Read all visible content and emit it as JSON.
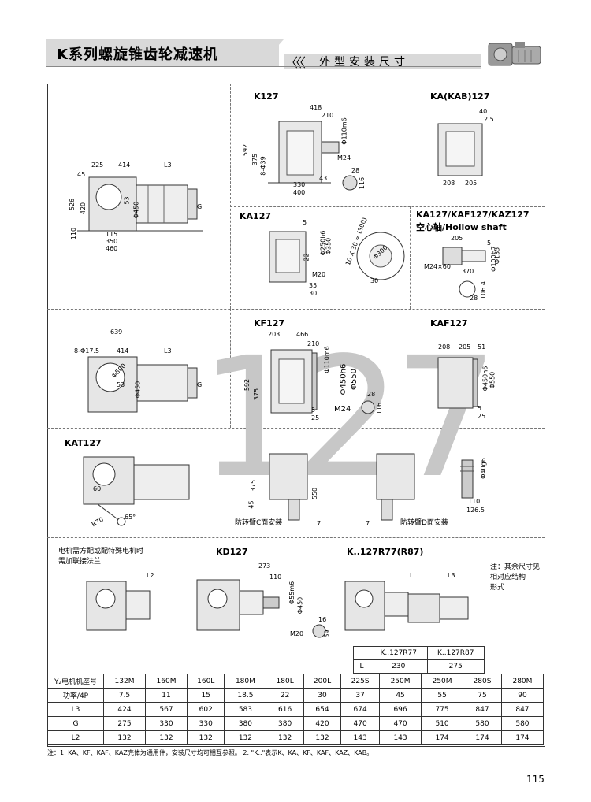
{
  "header": {
    "title": "K系列螺旋锥齿轮减速机",
    "subtitle": "外型安装尺寸",
    "chevrons": "〈〈〈"
  },
  "watermark": "127",
  "views": {
    "k127": "K127",
    "ka_kab127": "KA(KAB)127",
    "ka127": "KA127",
    "hollow_title": "KA127/KAF127/KAZ127",
    "hollow_sub": "空心轴/Hollow shaft",
    "kf127": "KF127",
    "kaf127": "KAF127",
    "kat127": "KAT127",
    "kd127": "KD127",
    "kr77": "K..127R77(R87)"
  },
  "dims": {
    "main_top": [
      "45",
      "225",
      "414",
      "L3"
    ],
    "main_left": [
      "526",
      "420",
      "110"
    ],
    "main_mid": [
      "53",
      "Φ450",
      "G"
    ],
    "main_bottom": [
      "115",
      "350",
      "460"
    ],
    "k127_top": [
      "418",
      "210"
    ],
    "k127_right": [
      "Φ110m6",
      "M24"
    ],
    "k127_left": [
      "592",
      "375",
      "8-Φ39"
    ],
    "k127_bottom": [
      "43",
      "330",
      "400"
    ],
    "k127_key": [
      "28",
      "116"
    ],
    "kab_top": [
      "40",
      "2.5"
    ],
    "kab_bottom": [
      "208",
      "205"
    ],
    "ka127_dims": [
      "5",
      "Φ250h6",
      "Φ350",
      "22",
      "M20",
      "35",
      "30"
    ],
    "flange_dims": [
      "10 X 30 = (300)",
      "Φ300",
      "30"
    ],
    "hollow_dims": [
      "205",
      "5",
      "Φ100H7",
      "Φ135",
      "M24×60",
      "370",
      "106.4",
      "28"
    ],
    "kf_top": [
      "639",
      "8-Φ17.5",
      "414",
      "L3"
    ],
    "kf_mid": [
      "Φ500",
      "53",
      "Φ450",
      "G"
    ],
    "kf127_top": [
      "203",
      "466",
      "210"
    ],
    "kf127_dims": [
      "Φ110m6",
      "Φ450h6",
      "Φ550",
      "592",
      "375",
      "M24",
      "28",
      "116",
      "5",
      "25"
    ],
    "kaf_top": [
      "208",
      "205",
      "51"
    ],
    "kaf_dims": [
      "Φ450h6",
      "Φ550",
      "5",
      "25"
    ],
    "kat_dims": [
      "60",
      "R70",
      "65°"
    ],
    "torque_c": [
      "375",
      "45",
      "550",
      "7"
    ],
    "torque_d": [
      "7"
    ],
    "shaft_dims": [
      "Φ40g6",
      "110",
      "126.5"
    ],
    "kd_dims": [
      "L2",
      "273",
      "110",
      "Φ55m6",
      "Φ450",
      "16",
      "M20",
      "59"
    ],
    "kr_dims": [
      "L",
      "L3"
    ]
  },
  "labels": {
    "motor_note": "电机需方配或配特殊电机时\n需加联接法兰",
    "torque_c": "防转臂C面安装",
    "torque_d": "防转臂D面安装",
    "side_note": "注：其余尺寸见\n相对应结构\n形式"
  },
  "r87_table": {
    "header": [
      "K..127R77",
      "K..127R87"
    ],
    "row_label": "L",
    "values": [
      "230",
      "275"
    ]
  },
  "spec_table": {
    "header_label": "Y₂电机机座号",
    "frames": [
      "132M",
      "160M",
      "160L",
      "180M",
      "180L",
      "200L",
      "225S",
      "250M",
      "250M",
      "280S",
      "280M"
    ],
    "rows": [
      {
        "label": "功率/4P",
        "values": [
          "7.5",
          "11",
          "15",
          "18.5",
          "22",
          "30",
          "37",
          "45",
          "55",
          "75",
          "90"
        ]
      },
      {
        "label": "L3",
        "values": [
          "424",
          "567",
          "602",
          "583",
          "616",
          "654",
          "674",
          "696",
          "775",
          "847",
          "847"
        ]
      },
      {
        "label": "G",
        "values": [
          "275",
          "330",
          "330",
          "380",
          "380",
          "420",
          "470",
          "470",
          "510",
          "580",
          "580"
        ]
      },
      {
        "label": "L2",
        "values": [
          "132",
          "132",
          "132",
          "132",
          "132",
          "132",
          "143",
          "143",
          "174",
          "174",
          "174"
        ]
      }
    ]
  },
  "footnote": "注：1. KA、KF、KAF、KAZ壳体为通用件，安装尺寸均可相互参照。  2. \"K..\"表示K、KA、KF、KAF、KAZ、KAB。",
  "page_number": "115",
  "icons": [
    "gear-motor-icon",
    "chevron-left-icon"
  ]
}
